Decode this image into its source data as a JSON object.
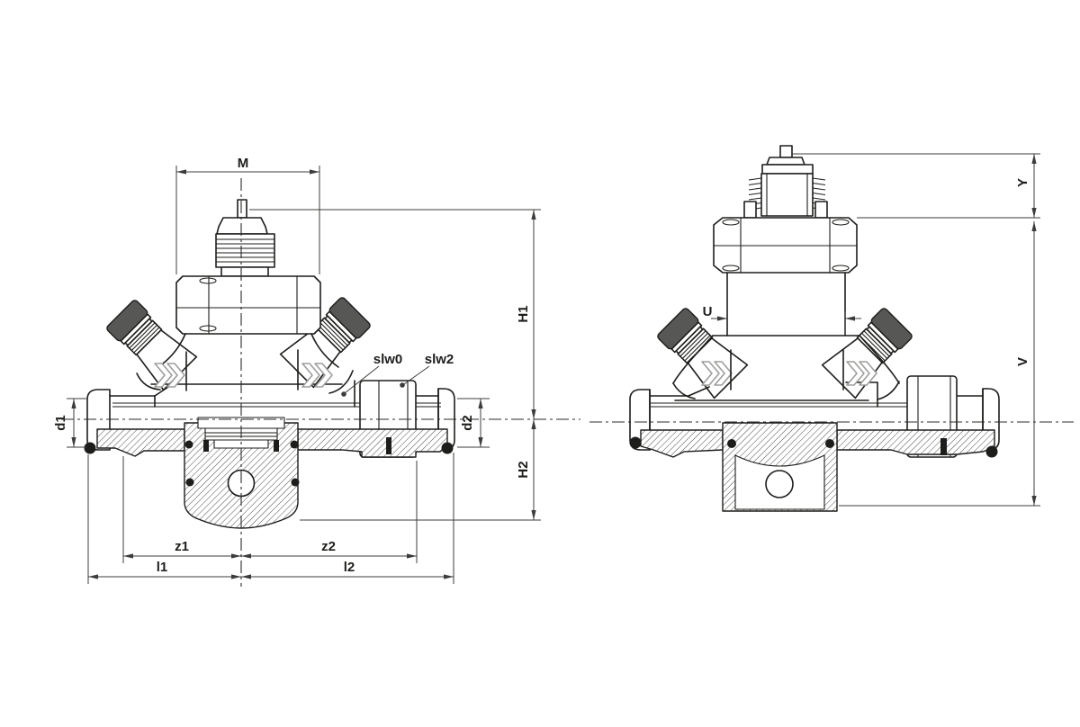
{
  "drawing": {
    "title": "valve-dimensional-drawing",
    "front_view": {
      "labels": {
        "M": "M",
        "H1": "H1",
        "H2": "H2",
        "d1": "d1",
        "d2": "d2",
        "z1": "z1",
        "z2": "z2",
        "l1": "l1",
        "l2": "l2",
        "slw0": "slw0",
        "slw2": "slw2"
      }
    },
    "side_view": {
      "labels": {
        "U": "U",
        "Y": "Y",
        "V": "V"
      }
    },
    "colors": {
      "line": "#1d1d1b",
      "dimension": "#3c3c3b",
      "cap_fill": "#575756",
      "chevron": "#9d9d9c",
      "background": "#ffffff"
    }
  }
}
